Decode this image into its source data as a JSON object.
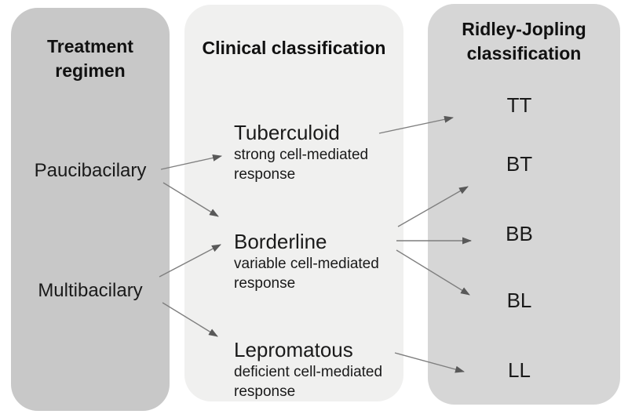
{
  "title": "Leprosy classification diagram",
  "colors": {
    "treatment_box": "#c8c8c8",
    "clinical_box": "#f0f0ef",
    "ridley_box": "#d6d6d6",
    "arrow_line": "#7f7f7f",
    "arrow_head": "#595959",
    "text": "#1a1a1a"
  },
  "columns": {
    "treatment": {
      "title_lines": [
        "Treatment",
        "regimen"
      ],
      "items": [
        {
          "label": "Paucibacilary"
        },
        {
          "label": "Multibacilary"
        }
      ]
    },
    "clinical": {
      "title": "Clinical classification",
      "items": [
        {
          "name": "Tuberculoid",
          "description": "strong cell-mediated response"
        },
        {
          "name": "Borderline",
          "description": "variable cell-mediated response"
        },
        {
          "name": "Lepromatous",
          "description": "deficient cell-mediated response"
        }
      ]
    },
    "ridley": {
      "title_lines": [
        "Ridley-Jopling",
        "classification"
      ],
      "items": [
        {
          "label": "TT"
        },
        {
          "label": "BT"
        },
        {
          "label": "BB"
        },
        {
          "label": "BL"
        },
        {
          "label": "LL"
        }
      ]
    }
  },
  "connections": [
    {
      "from": "Paucibacilary",
      "to": "Tuberculoid"
    },
    {
      "from": "Paucibacilary",
      "to": "Borderline"
    },
    {
      "from": "Multibacilary",
      "to": "Borderline"
    },
    {
      "from": "Multibacilary",
      "to": "Lepromatous"
    },
    {
      "from": "Tuberculoid",
      "to": "TT"
    },
    {
      "from": "Borderline",
      "to": "BT"
    },
    {
      "from": "Borderline",
      "to": "BB"
    },
    {
      "from": "Borderline",
      "to": "BL"
    },
    {
      "from": "Lepromatous",
      "to": "LL"
    }
  ]
}
